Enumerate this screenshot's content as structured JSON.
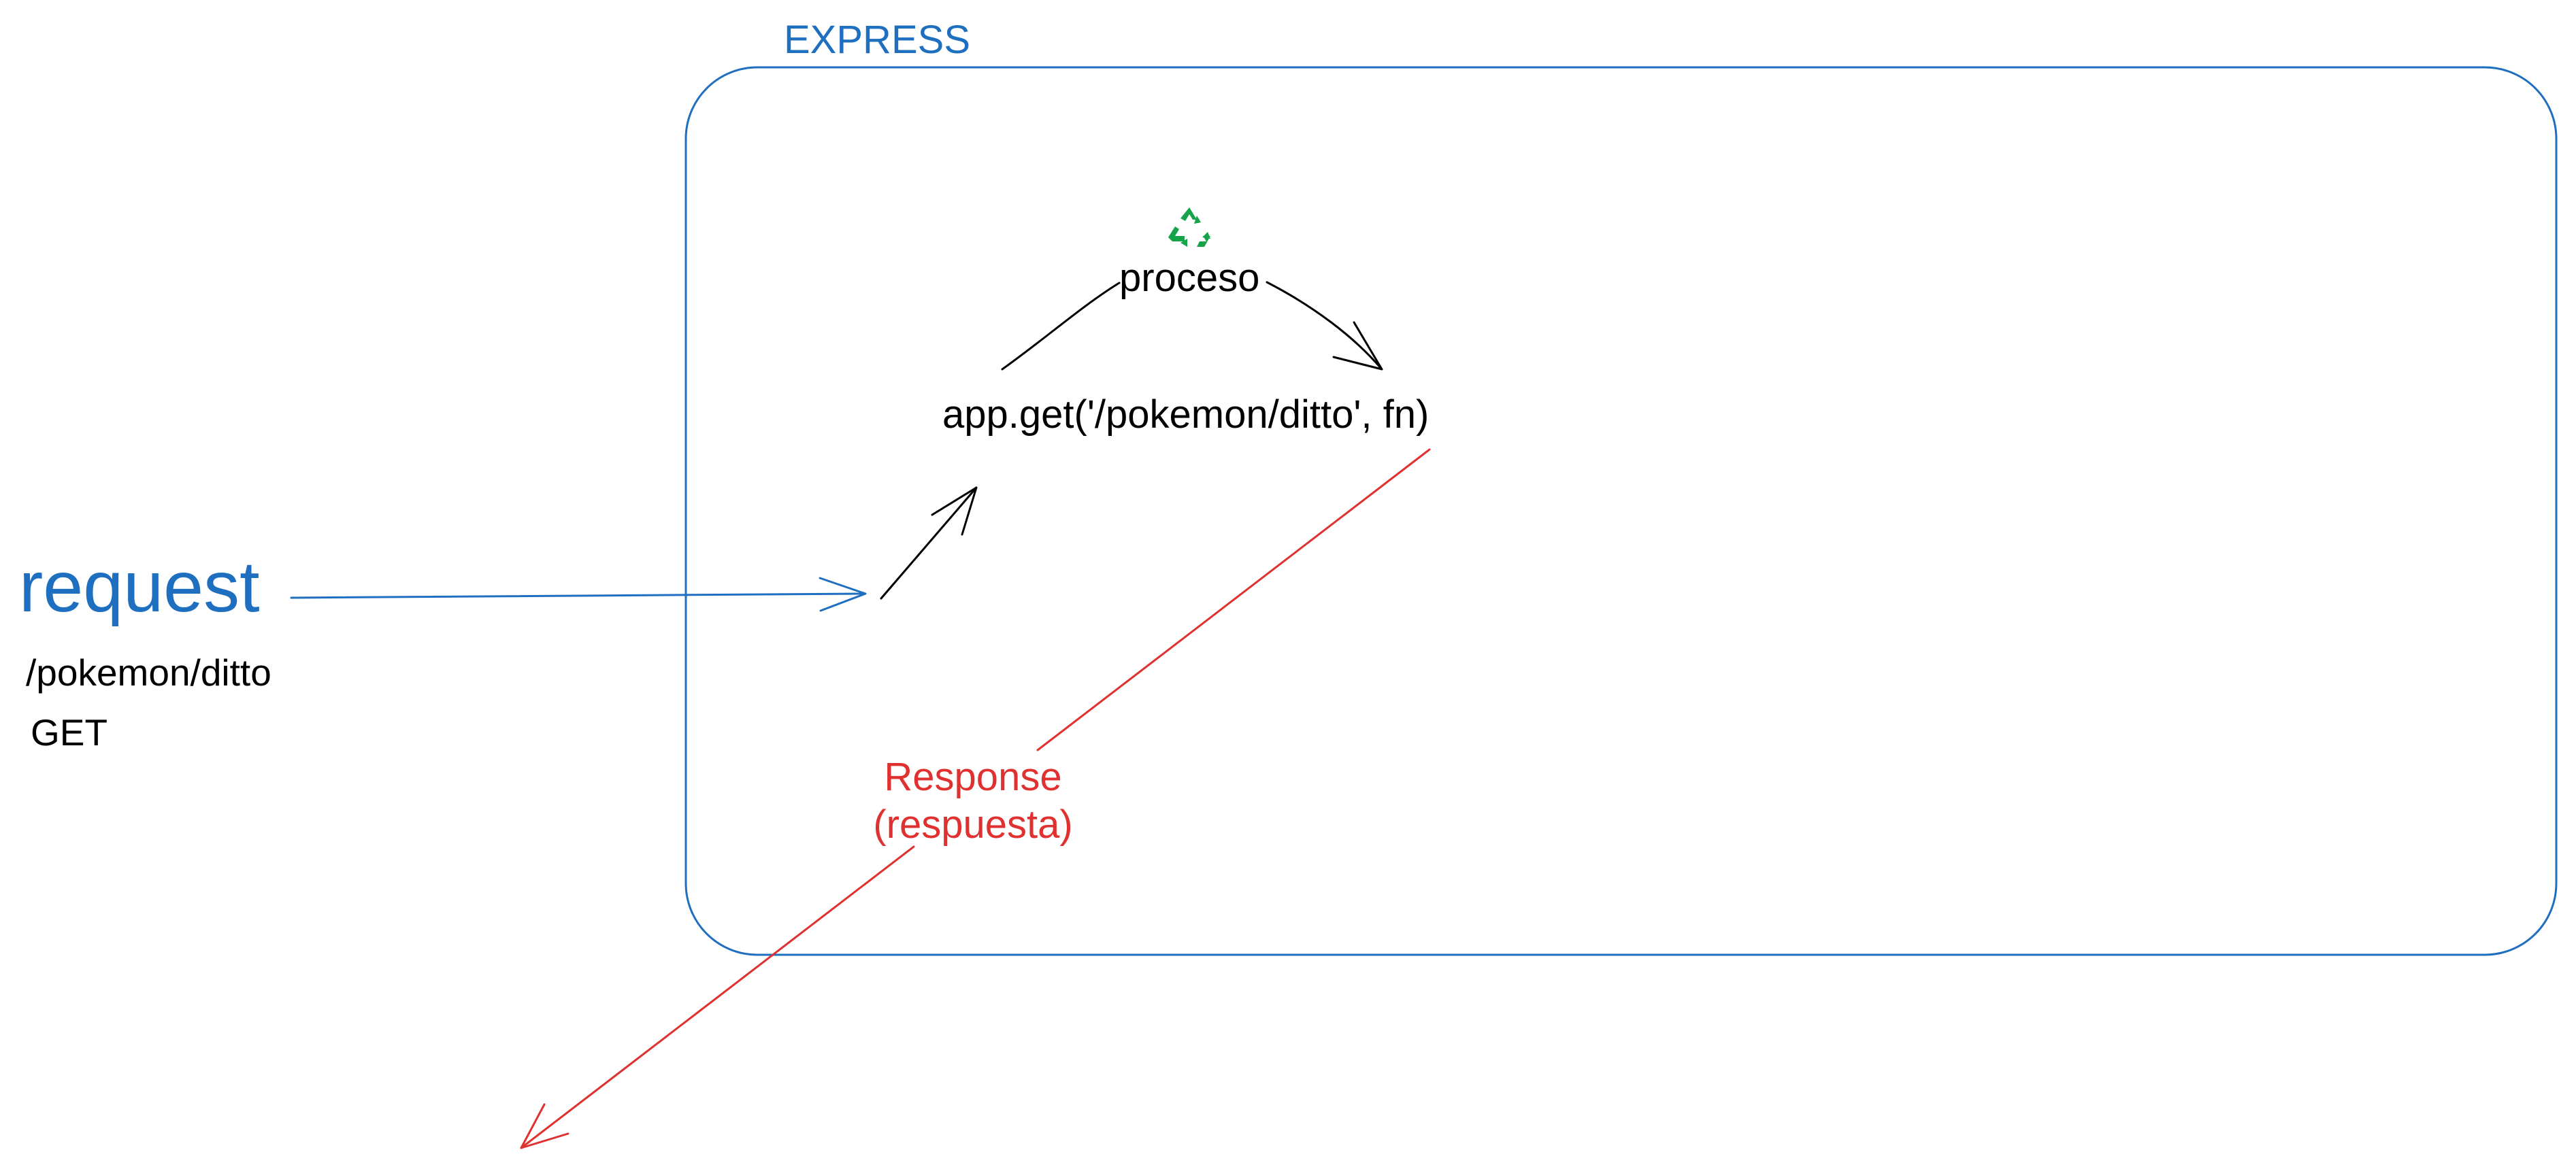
{
  "colors": {
    "express": "#1f6fc0",
    "request": "#1f6fc0",
    "text": "#000000",
    "response": "#e03131",
    "icon": "#16a34a"
  },
  "express": {
    "title": "EXPRESS"
  },
  "request": {
    "label": "request",
    "path": "/pokemon/ditto",
    "method": "GET"
  },
  "route": {
    "code": "app.get('/pokemon/ditto', fn)"
  },
  "process": {
    "label": "proceso",
    "icon": "recycle-icon"
  },
  "response": {
    "line1": "Response",
    "line2": "(respuesta)"
  }
}
